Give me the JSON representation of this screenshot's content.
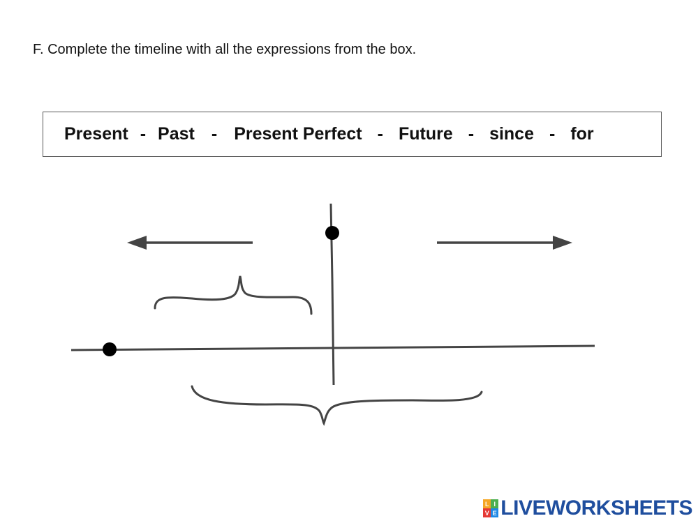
{
  "instruction": "F. Complete the timeline with all the expressions from the box.",
  "word_box": {
    "words": [
      "Present",
      "Past",
      "Present Perfect",
      "Future",
      "since",
      "for"
    ],
    "separator": "-"
  },
  "logo": {
    "text": "LIVEWORKSHEETS",
    "mark_letters": [
      "L",
      "I",
      "V",
      "E"
    ],
    "mark_colors": [
      "#f5a623",
      "#4caf50",
      "#e53935",
      "#1e88e5"
    ],
    "text_color": "#1f4e9e"
  },
  "colors": {
    "line": "#444444",
    "dot": "#000000"
  }
}
